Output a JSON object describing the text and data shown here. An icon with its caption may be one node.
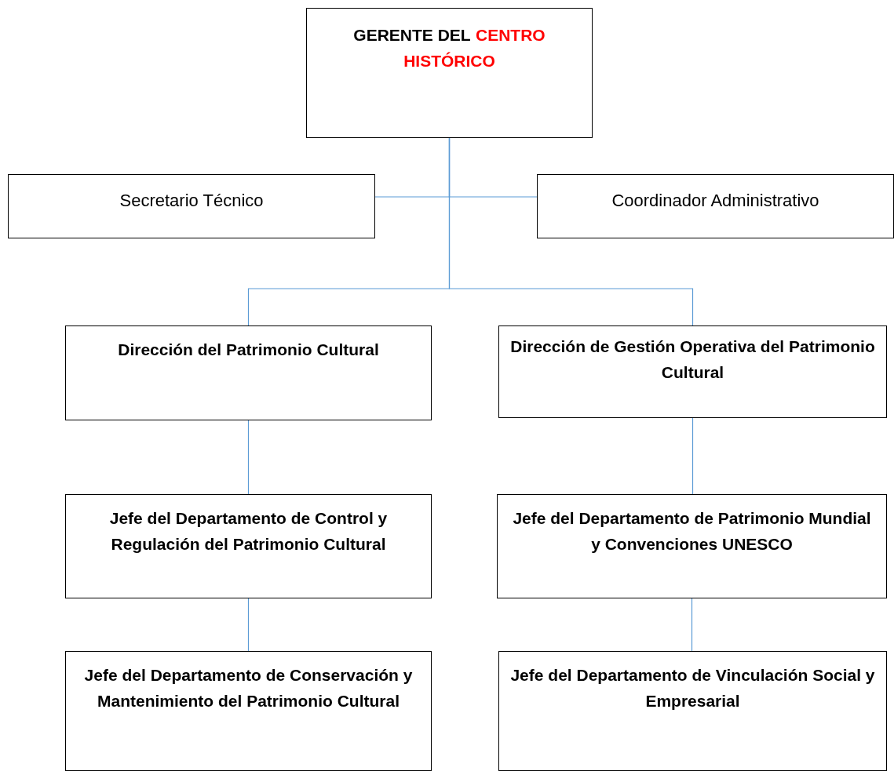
{
  "diagram": {
    "nodes": [
      {
        "text": [
          "GERENTE DEL",
          "CENTRO HISTÓRICO"
        ]
      },
      {
        "text": [
          "Secretario Técnico"
        ]
      },
      {
        "text": [
          "Coordinador Administrativo"
        ]
      },
      {
        "text": [
          "Dirección del Patrimonio Cultural"
        ]
      },
      {
        "text": [
          "Dirección de Gestión Operativa del Patrimonio Cultural"
        ]
      },
      {
        "text": [
          "Jefe del Departamento de Control y Regulación del Patrimonio Cultural"
        ]
      },
      {
        "text": [
          "Jefe del Departamento de Patrimonio Mundial y Convenciones UNESCO"
        ]
      },
      {
        "text": [
          "Jefe del Departamento de Conservación y Mantenimiento del Patrimonio Cultural"
        ]
      },
      {
        "text": [
          "Jefe del Departamento de Vinculación Social y Empresarial"
        ]
      }
    ],
    "edges": [
      {
        "from": 0,
        "to": 1,
        "arrow": "none"
      },
      {
        "from": 0,
        "to": 2,
        "arrow": "none"
      },
      {
        "from": 0,
        "to": 3,
        "arrow": "none"
      },
      {
        "from": 0,
        "to": 4,
        "arrow": "none"
      },
      {
        "from": 3,
        "to": 5,
        "arrow": "none"
      },
      {
        "from": 4,
        "to": 6,
        "arrow": "none"
      },
      {
        "from": 5,
        "to": 7,
        "arrow": "none"
      },
      {
        "from": 6,
        "to": 8,
        "arrow": "none"
      }
    ]
  }
}
